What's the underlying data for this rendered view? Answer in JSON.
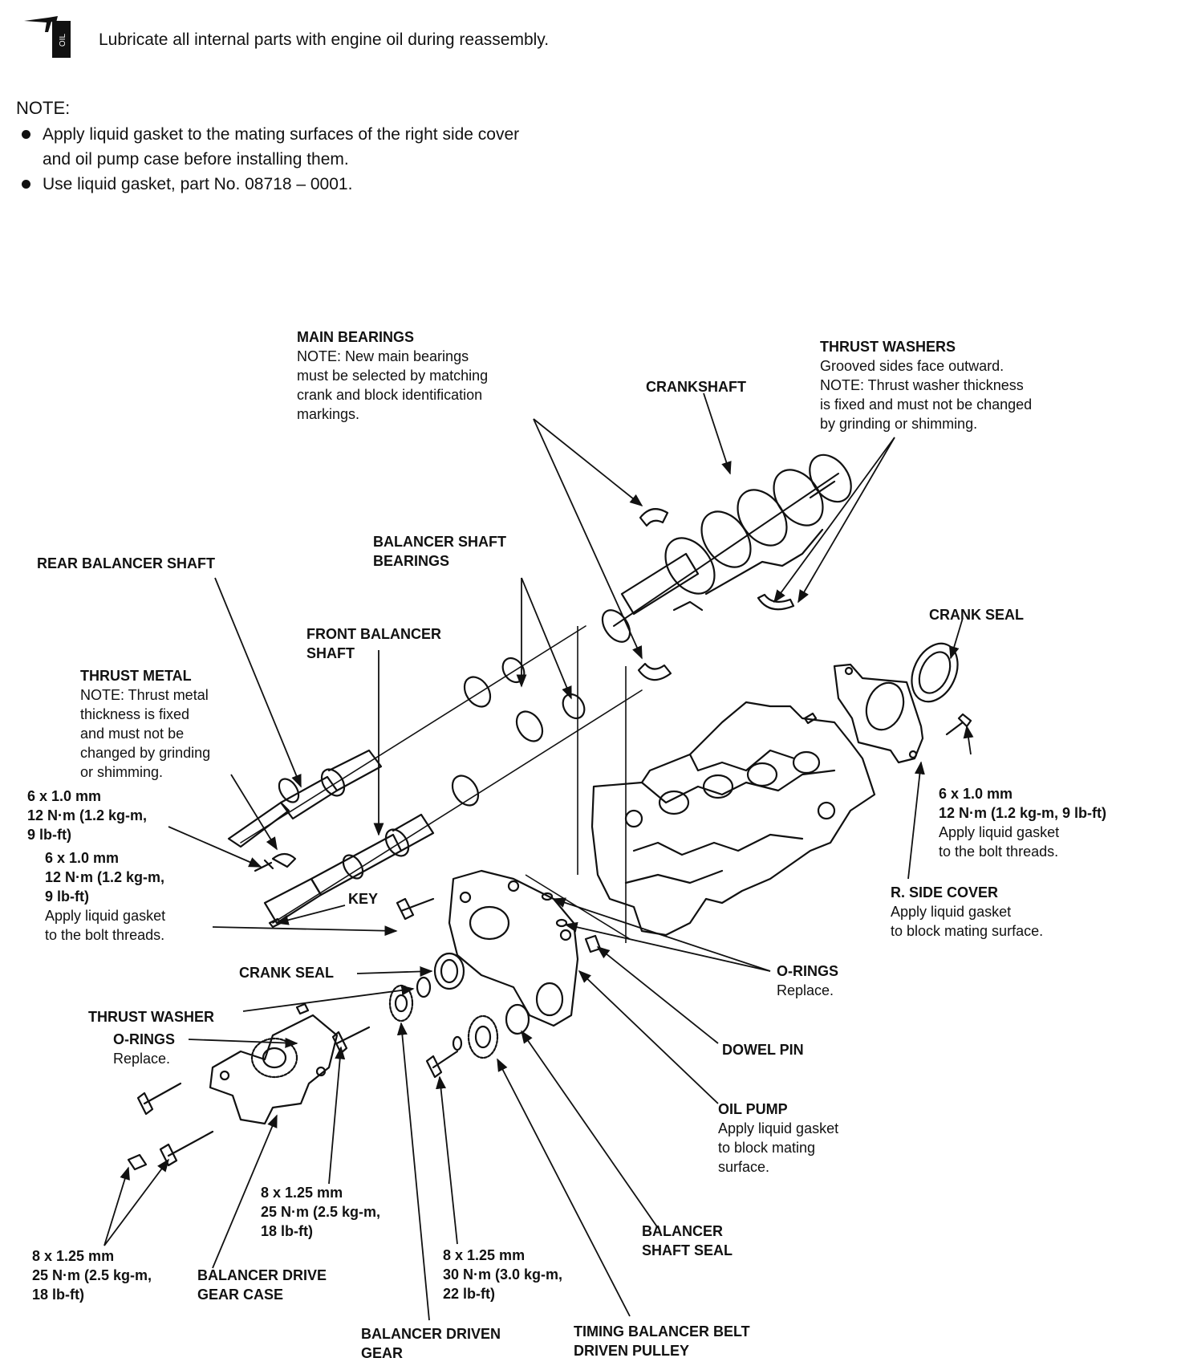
{
  "header": {
    "lubricate_text": "Lubricate all internal parts with engine oil during reassembly.",
    "oil_icon_label": "OIL",
    "note_title": "NOTE:",
    "notes": [
      "Apply liquid gasket to the mating surfaces of the right side cover and oil pump case before installing them.",
      "Use liquid gasket, part No. 08718 – 0001."
    ]
  },
  "labels": {
    "main_bearings": {
      "title": "MAIN BEARINGS",
      "note1": "NOTE: New main bearings",
      "note2": "must be selected by matching",
      "note3": "crank and block identification",
      "note4": "markings."
    },
    "crankshaft": {
      "title": "CRANKSHAFT"
    },
    "thrust_washers": {
      "title": "THRUST WASHERS",
      "line1": "Grooved sides face outward.",
      "line2": "NOTE: Thrust washer thickness",
      "line3": "is fixed and must not be changed",
      "line4": "by grinding or shimming."
    },
    "balancer_shaft_bearings": {
      "line1": "BALANCER SHAFT",
      "line2": "BEARINGS"
    },
    "rear_balancer_shaft": {
      "title": "REAR BALANCER SHAFT"
    },
    "front_balancer_shaft": {
      "line1": "FRONT BALANCER",
      "line2": "SHAFT"
    },
    "crank_seal_right": {
      "title": "CRANK SEAL"
    },
    "thrust_metal": {
      "title": "THRUST METAL",
      "line1": "NOTE: Thrust metal",
      "line2": "thickness is fixed",
      "line3": "and must not be",
      "line4": "changed by grinding",
      "line5": "or shimming."
    },
    "bolt_6x1_left": {
      "size": "6 x 1.0 mm",
      "torque1": "12 N·m (1.2 kg-m,",
      "torque2": "9 lb-ft)"
    },
    "bolt_6x1_left2": {
      "size": "6 x 1.0 mm",
      "torque1": "12 N·m (1.2 kg-m,",
      "torque2": "9 lb-ft)",
      "apply1": "Apply liquid gasket",
      "apply2": "to the bolt threads."
    },
    "key": {
      "title": "KEY"
    },
    "bolt_6x1_right": {
      "size": "6 x 1.0 mm",
      "torque": "12 N·m (1.2 kg-m, 9 lb-ft)",
      "apply1": "Apply liquid gasket",
      "apply2": "to the bolt threads."
    },
    "r_side_cover": {
      "title": "R. SIDE COVER",
      "line1": "Apply liquid gasket",
      "line2": "to block mating surface."
    },
    "crank_seal_left": {
      "title": "CRANK SEAL"
    },
    "o_rings_right": {
      "title": "O-RINGS",
      "line1": "Replace."
    },
    "thrust_washer": {
      "title": "THRUST WASHER"
    },
    "o_rings_left": {
      "title": "O-RINGS",
      "line1": "Replace."
    },
    "dowel_pin": {
      "title": "DOWEL PIN"
    },
    "oil_pump": {
      "title": "OIL PUMP",
      "line1": "Apply liquid gasket",
      "line2": "to block mating",
      "line3": "surface."
    },
    "bolt_8x125_mid": {
      "size": "8 x 1.25 mm",
      "torque1": "25 N·m (2.5 kg-m,",
      "torque2": "18 lb-ft)"
    },
    "balancer_shaft_seal": {
      "line1": "BALANCER",
      "line2": "SHAFT SEAL"
    },
    "bolt_8x125_left": {
      "size": "8 x 1.25 mm",
      "torque1": "25 N·m (2.5 kg-m,",
      "torque2": "18 lb-ft)"
    },
    "balancer_drive_gear_case": {
      "line1": "BALANCER DRIVE",
      "line2": "GEAR CASE"
    },
    "bolt_8x125_30": {
      "size": "8 x 1.25 mm",
      "torque1": "30 N·m (3.0 kg-m,",
      "torque2": "22 lb-ft)"
    },
    "balancer_driven_gear": {
      "line1": "BALANCER DRIVEN",
      "line2": "GEAR"
    },
    "timing_balancer_belt_pulley": {
      "line1": "TIMING BALANCER BELT",
      "line2": "DRIVEN PULLEY"
    }
  }
}
